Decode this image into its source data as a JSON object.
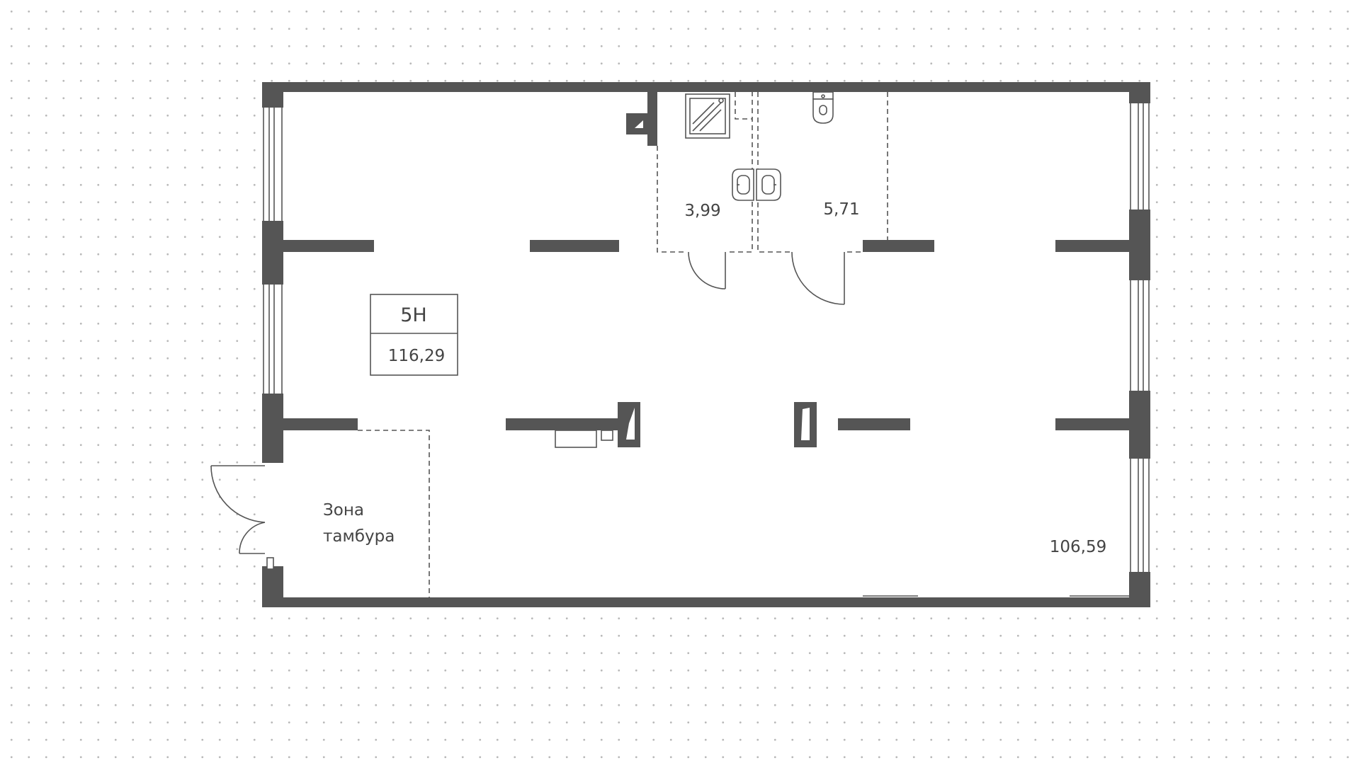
{
  "plan": {
    "unit_code": "5Н",
    "total_area": "116,29",
    "rooms": [
      {
        "id": "shower-room",
        "area": "3,99"
      },
      {
        "id": "wc-room",
        "area": "5,71"
      },
      {
        "id": "main-hall",
        "area": "106,59"
      }
    ],
    "vestibule": {
      "line1": "Зона",
      "line2": "тамбура"
    }
  },
  "colors": {
    "wall": "#555555",
    "dots": "#b9b9b9",
    "background": "#ffffff"
  }
}
